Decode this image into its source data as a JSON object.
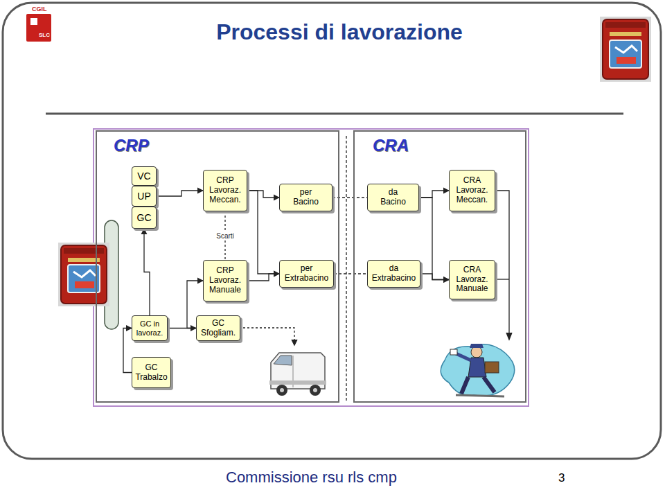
{
  "diagram": {
    "title": "Processi di lavorazione",
    "caption": "Commissione rsu rls cmp",
    "nodes": [
      {
        "text": [
          "CRP"
        ]
      },
      {
        "text": [
          "CRA"
        ]
      },
      {
        "text": [
          "VC"
        ],
        "in": 0
      },
      {
        "text": [
          "UP"
        ],
        "in": 0
      },
      {
        "text": [
          "GC"
        ],
        "in": 0
      },
      {
        "text": [
          "CRP Lavoraz. Meccan."
        ],
        "in": 0
      },
      {
        "text": [
          "per Bacino"
        ],
        "in": 0
      },
      {
        "text": [
          "CRP Lavoraz. Manuale"
        ],
        "in": 0
      },
      {
        "text": [
          "per Extrabacino"
        ],
        "in": 0
      },
      {
        "text": [
          "GC in lavoraz."
        ],
        "in": 0
      },
      {
        "text": [
          "GC Sfogliam."
        ],
        "in": 0
      },
      {
        "text": [
          "GC Trabalzo"
        ],
        "in": 0
      },
      {
        "text": [
          "da Bacino"
        ],
        "in": 1
      },
      {
        "text": [
          "CRA Lavoraz. Meccan."
        ],
        "in": 1
      },
      {
        "text": [
          "da Extrabacino"
        ],
        "in": 1
      },
      {
        "text": [
          "CRA Lavoraz. Manuale"
        ],
        "in": 1
      }
    ],
    "edges": [
      {
        "from": 3,
        "to": 5,
        "arrow": "to"
      },
      {
        "from": 5,
        "to": 7,
        "label": "Scarti",
        "arrow": "none"
      },
      {
        "from": 5,
        "to": 6,
        "arrow": "to"
      },
      {
        "from": 5,
        "to": 8,
        "arrow": "to"
      },
      {
        "from": 7,
        "to": 8,
        "arrow": "to"
      },
      {
        "from": 6,
        "to": 12,
        "arrow": "none"
      },
      {
        "from": 8,
        "to": 14,
        "arrow": "none"
      },
      {
        "from": 12,
        "to": 13,
        "arrow": "to"
      },
      {
        "from": 12,
        "to": 15,
        "arrow": "to"
      },
      {
        "from": 14,
        "to": 15,
        "arrow": "to"
      },
      {
        "from": 9,
        "to": 4,
        "arrow": "to"
      },
      {
        "from": 10,
        "to": 7,
        "arrow": "to"
      },
      {
        "from": 11,
        "to": 9,
        "arrow": "to"
      },
      {
        "from": 9,
        "to": 10,
        "arrow": "to"
      }
    ],
    "labels": [
      "CGIL",
      "SLC",
      "3"
    ]
  }
}
